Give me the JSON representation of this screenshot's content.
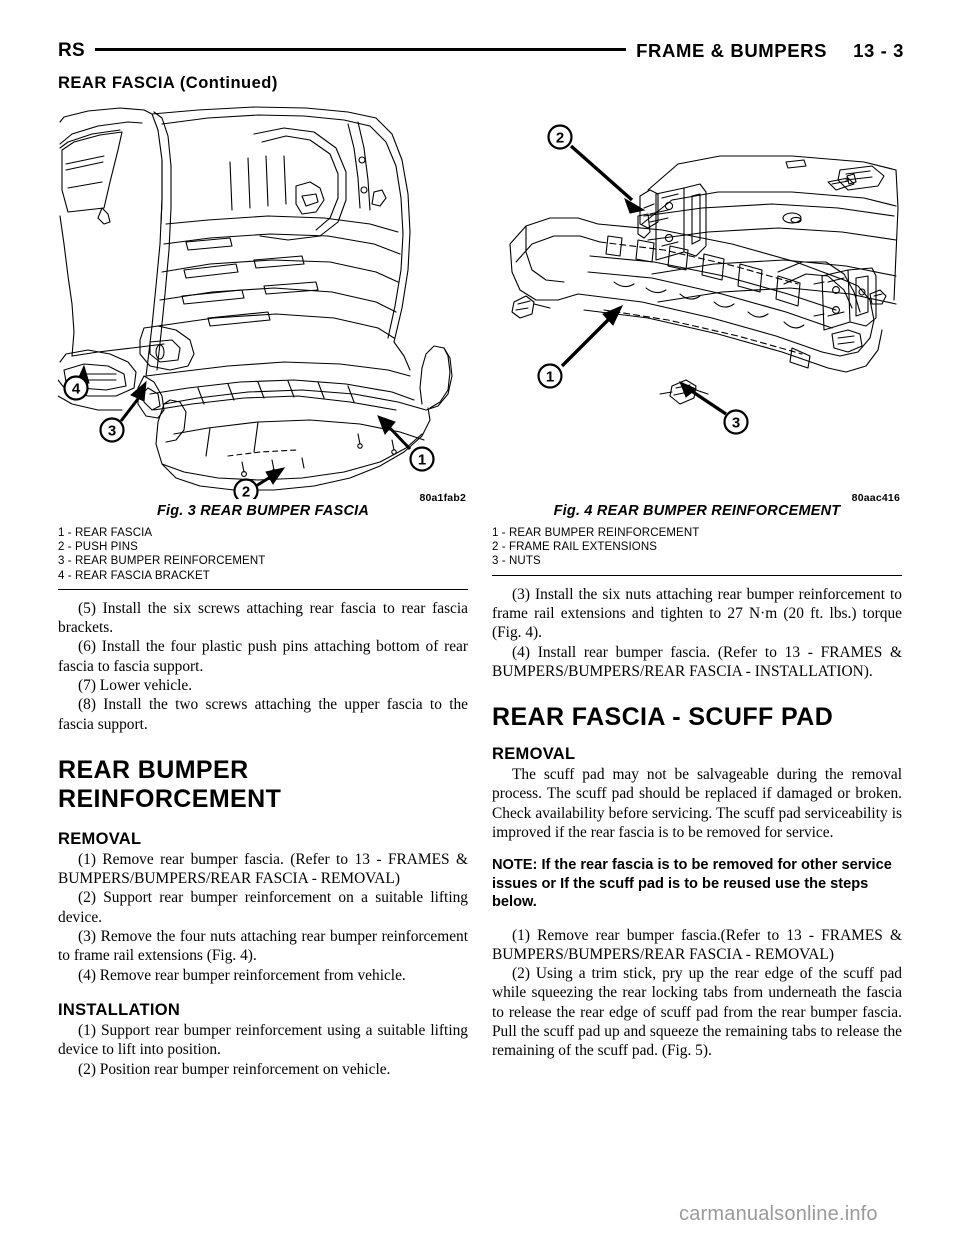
{
  "header": {
    "left_code": "RS",
    "title": "FRAME & BUMPERS",
    "page_number": "13 - 3",
    "continued": "REAR FASCIA (Continued)"
  },
  "figures": {
    "fig3": {
      "caption": "Fig. 3 REAR BUMPER FASCIA",
      "image_id": "80a1fab2",
      "callouts": [
        "1",
        "2",
        "3",
        "4"
      ],
      "legend": [
        "1 - REAR FASCIA",
        "2 - PUSH PINS",
        "3 - REAR BUMPER REINFORCEMENT",
        "4 - REAR FASCIA BRACKET"
      ]
    },
    "fig4": {
      "caption": "Fig. 4 REAR BUMPER REINFORCEMENT",
      "image_id": "80aac416",
      "callouts": [
        "1",
        "2",
        "3"
      ],
      "legend": [
        "1 - REAR BUMPER REINFORCEMENT",
        "2 - FRAME RAIL EXTENSIONS",
        "3 - NUTS"
      ]
    }
  },
  "left_column": {
    "steps_continued": [
      "(5) Install the six screws attaching rear fascia to rear fascia brackets.",
      "(6) Install the four plastic push pins attaching bottom of rear fascia to fascia support.",
      "(7) Lower vehicle.",
      "(8) Install the two screws attaching the upper fascia to the fascia support."
    ],
    "section_title": "REAR BUMPER REINFORCEMENT",
    "removal_label": "REMOVAL",
    "removal_steps": [
      "(1) Remove rear bumper fascia. (Refer to 13 - FRAMES & BUMPERS/BUMPERS/REAR FASCIA - REMOVAL)",
      "(2) Support rear bumper reinforcement on a suitable lifting device.",
      "(3) Remove the four nuts attaching rear bumper reinforcement to frame rail extensions (Fig. 4).",
      "(4) Remove rear bumper reinforcement from vehicle."
    ],
    "installation_label": "INSTALLATION",
    "installation_steps": [
      "(1) Support rear bumper reinforcement using a suitable lifting device to lift into position.",
      "(2) Position rear bumper reinforcement on vehicle."
    ]
  },
  "right_column": {
    "installation_steps_continued": [
      "(3) Install the six nuts attaching rear bumper reinforcement to frame rail extensions and tighten to 27 N·m (20 ft. lbs.) torque (Fig. 4).",
      "(4) Install rear bumper fascia. (Refer to 13 - FRAMES & BUMPERS/BUMPERS/REAR FASCIA - INSTALLATION)."
    ],
    "section_title": "REAR FASCIA - SCUFF PAD",
    "removal_label": "REMOVAL",
    "removal_intro": "The scuff pad may not be salvageable during the removal process. The scuff pad should be replaced if damaged or broken. Check availability before servicing. The scuff pad serviceability is improved if the rear fascia is to be removed for service.",
    "note": "NOTE: If the rear fascia is to be removed for other service issues or If the scuff pad is to be reused use the steps below.",
    "removal_steps": [
      "(1) Remove rear bumper fascia.(Refer to 13 - FRAMES & BUMPERS/BUMPERS/REAR FASCIA - REMOVAL)",
      "(2) Using a trim stick, pry up the rear edge of the scuff pad while squeezing the rear locking tabs from underneath the fascia to release the rear edge of scuff pad from the rear bumper fascia. Pull the scuff pad up and squeeze the remaining tabs to release the remaining of the scuff pad. (Fig. 5)."
    ]
  },
  "watermark": "carmanualsonline.info"
}
